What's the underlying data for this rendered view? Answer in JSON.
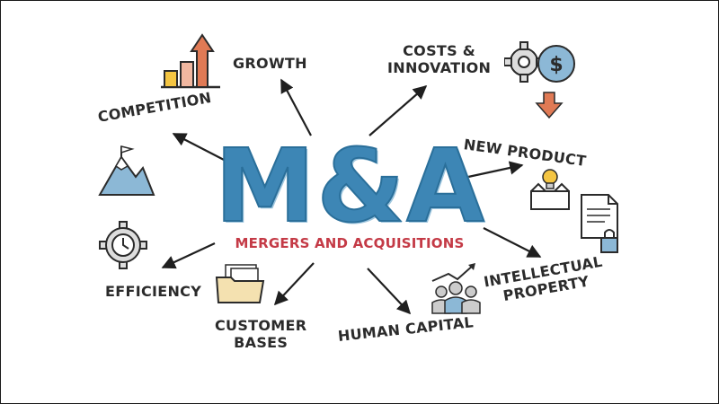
{
  "diagram": {
    "title": "M&A",
    "subtitle": "MERGERS AND ACQUISITIONS",
    "labels": {
      "growth": "GROWTH",
      "costs_innovation_1": "COSTS &",
      "costs_innovation_2": "INNOVATION",
      "competition": "COMPETITION",
      "new_product": "NEW PRODUCT",
      "efficiency": "EFFICIENCY",
      "intellectual_property_1": "INTELLECTUAL",
      "intellectual_property_2": "PROPERTY",
      "customer_bases_1": "CUSTOMER",
      "customer_bases_2": "BASES",
      "human_capital": "HUMAN CAPITAL"
    },
    "icons": [
      "bar-chart-growth-icon",
      "gears-dollar-icon",
      "mountain-flag-icon",
      "box-lightbulb-icon",
      "gear-clock-icon",
      "document-lock-icon",
      "folder-documents-icon",
      "people-growth-icon"
    ],
    "colors": {
      "title": "#3d86b5",
      "subtitle": "#c43a46",
      "ink": "#2b2b2b",
      "accent_orange": "#e07a55",
      "accent_yellow": "#f4c542",
      "icon_blue": "#8cb8d6"
    }
  }
}
